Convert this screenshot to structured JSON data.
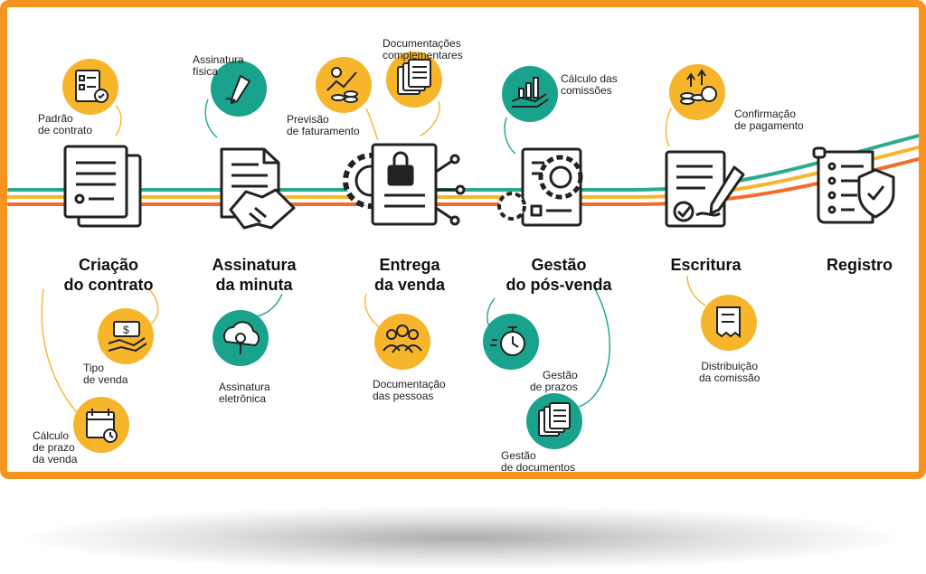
{
  "colors": {
    "border": "#f7931e",
    "yellow": "#f7b52c",
    "teal": "#1aa38c",
    "orange_line": "#f26b2b",
    "green_line": "#2bab8e",
    "dark": "#222222"
  },
  "stages": [
    {
      "id": "criacao",
      "name": "Criação\ndo contrato",
      "icon": "contract-document-icon"
    },
    {
      "id": "assinatura",
      "name": "Assinatura\nda minuta",
      "icon": "handshake-document-icon"
    },
    {
      "id": "entrega",
      "name": "Entrega\nda venda",
      "icon": "locked-document-gear-icon"
    },
    {
      "id": "gestao",
      "name": "Gestão\ndo pós-venda",
      "icon": "document-gears-icon"
    },
    {
      "id": "escritura",
      "name": "Escritura",
      "icon": "signed-document-pen-icon"
    },
    {
      "id": "registro",
      "name": "Registro",
      "icon": "checklist-shield-icon"
    }
  ],
  "items": [
    {
      "id": "padrao",
      "text": "Padrão\nde contrato",
      "color": "yellow",
      "icon": "checklist-icon"
    },
    {
      "id": "tipo",
      "text": "Tipo\nde venda",
      "color": "yellow",
      "icon": "hand-money-icon"
    },
    {
      "id": "calculo_prazo",
      "text": "Cálculo\nde prazo\nda venda",
      "color": "yellow",
      "icon": "calendar-clock-icon"
    },
    {
      "id": "assin_fisica",
      "text": "Assinatura\nfísica",
      "color": "teal",
      "icon": "pen-icon"
    },
    {
      "id": "assin_eletronica",
      "text": "Assinatura\neletrônica",
      "color": "teal",
      "icon": "cloud-bulb-icon"
    },
    {
      "id": "previsao",
      "text": "Previsão\nde faturamento",
      "color": "yellow",
      "icon": "coins-chart-icon"
    },
    {
      "id": "doc_compl",
      "text": "Documentações\ncomplementares",
      "color": "yellow",
      "icon": "documents-icon"
    },
    {
      "id": "doc_pessoas",
      "text": "Documentação\ndas pessoas",
      "color": "yellow",
      "icon": "people-icon"
    },
    {
      "id": "calc_comissoes",
      "text": "Cálculo das\ncomissões",
      "color": "teal",
      "icon": "hand-chart-icon"
    },
    {
      "id": "gestao_prazos",
      "text": "Gestão\nde prazos",
      "color": "teal",
      "icon": "stopwatch-icon"
    },
    {
      "id": "gestao_docs",
      "text": "Gestão\nde documentos",
      "color": "teal",
      "icon": "documents-stack-icon"
    },
    {
      "id": "confirmacao",
      "text": "Confirmação\nde pagamento",
      "color": "yellow",
      "icon": "coins-growth-icon"
    },
    {
      "id": "distribuicao",
      "text": "Distribuição\nda comissão",
      "color": "yellow",
      "icon": "receipt-icon"
    }
  ]
}
